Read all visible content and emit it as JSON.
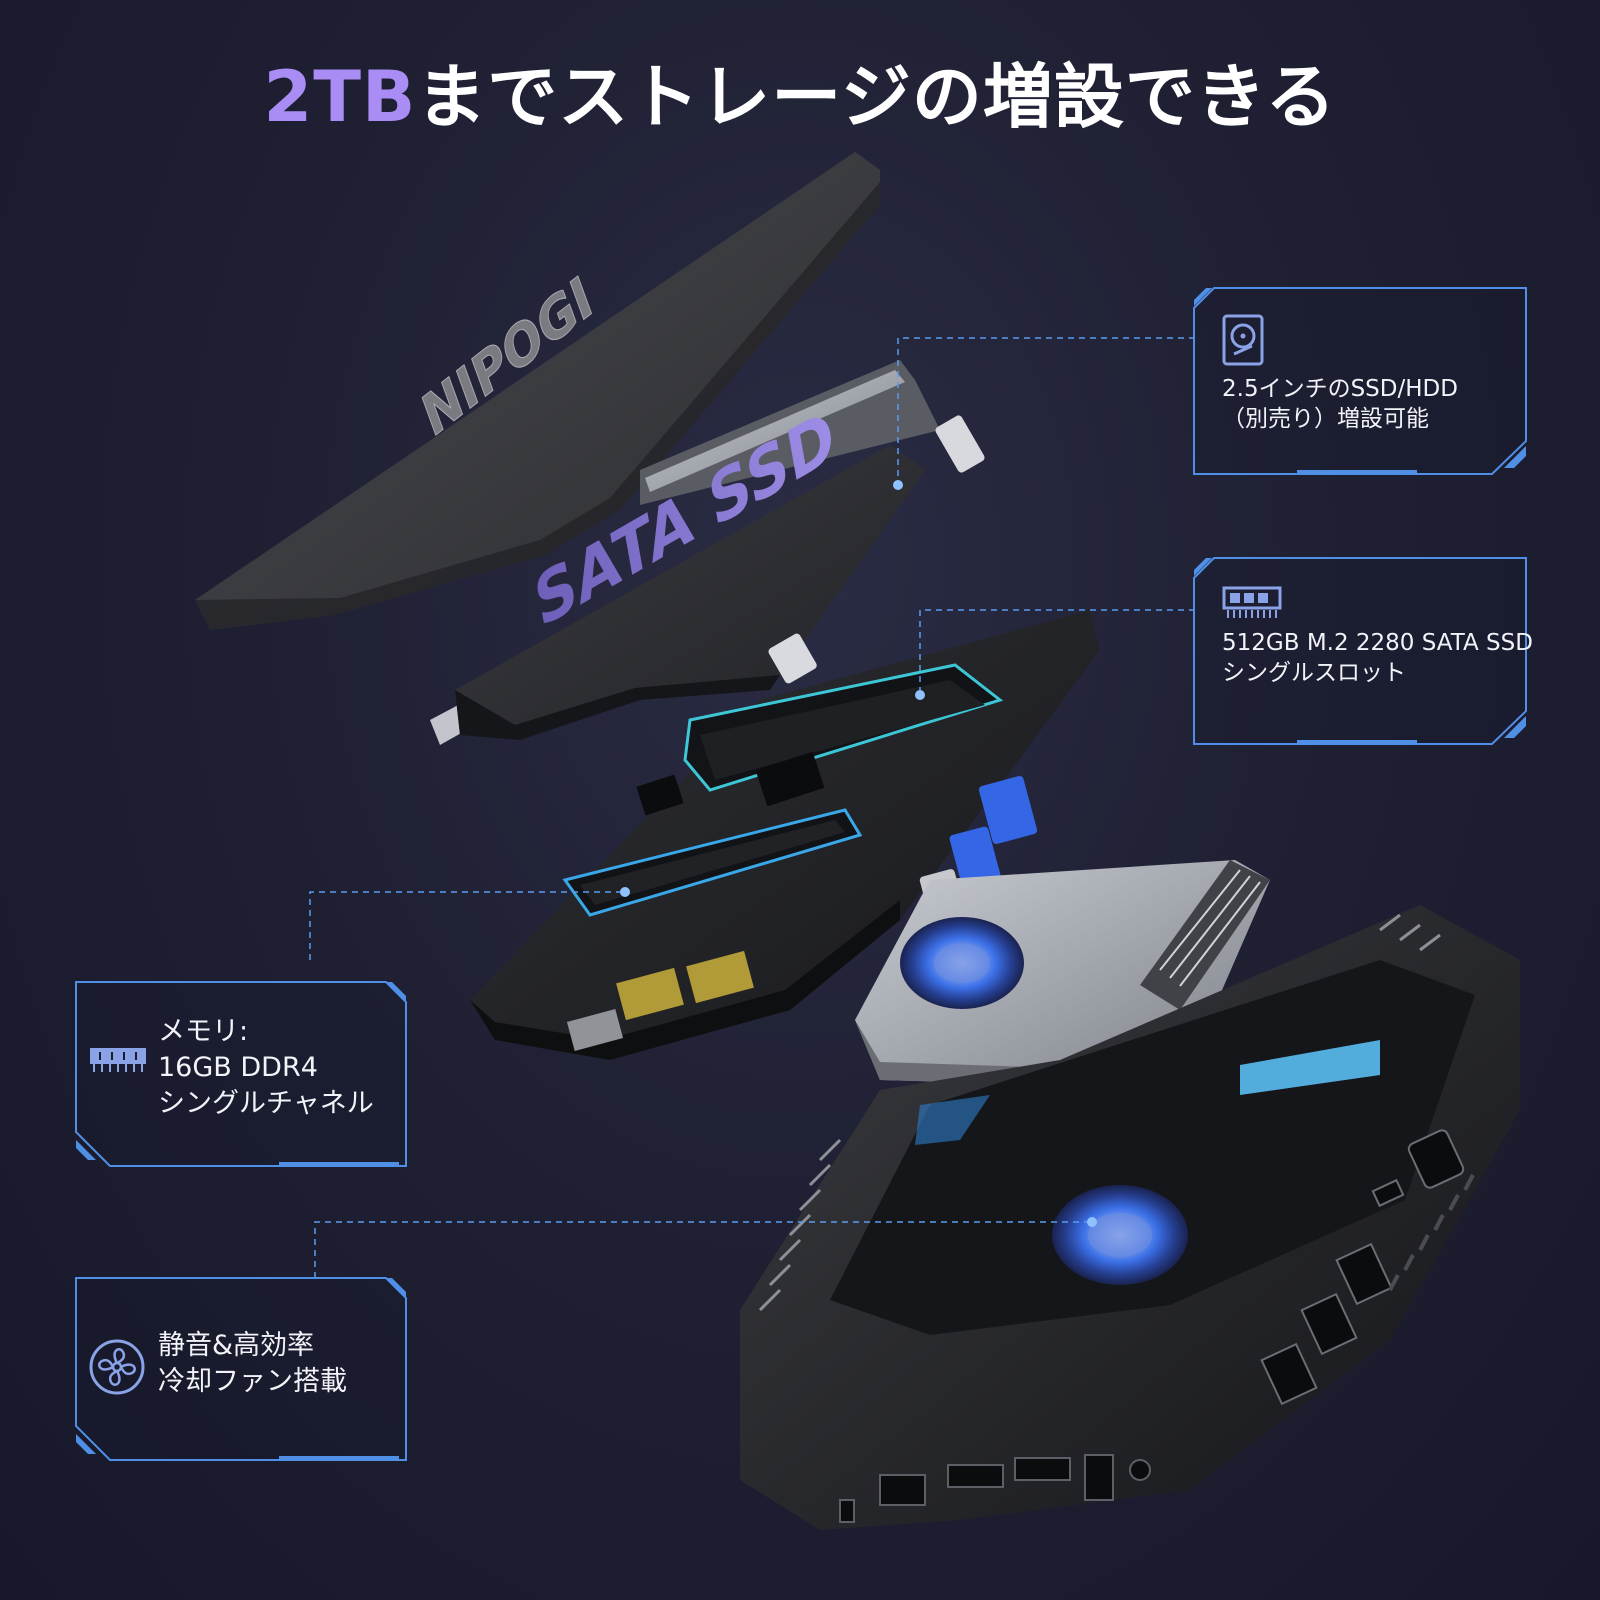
{
  "headline": {
    "accent": "2TB",
    "rest": "までストレージの増設できる"
  },
  "product": {
    "brand_logo": "NIPOGI",
    "ssd_label": "SATA SSD"
  },
  "callouts": [
    {
      "icon": "hdd-icon",
      "lines": [
        "2.5インチのSSD/HDD",
        "（別売り）増設可能"
      ]
    },
    {
      "icon": "ram-stick-icon",
      "lines": [
        "512GB M.2 2280 SATA SSD",
        "シングルスロット"
      ]
    },
    {
      "icon": "ram-stick-icon",
      "lines": [
        "メモリ:",
        "16GB DDR4",
        "シングルチャネル"
      ]
    },
    {
      "icon": "fan-icon",
      "lines": [
        "静音&高効率",
        "冷却ファン搭載"
      ]
    }
  ],
  "colors": {
    "accent_purple": "#a98df5",
    "frame_blue": "#4f8fe6",
    "glow_cyan": "#3fd0e0"
  }
}
